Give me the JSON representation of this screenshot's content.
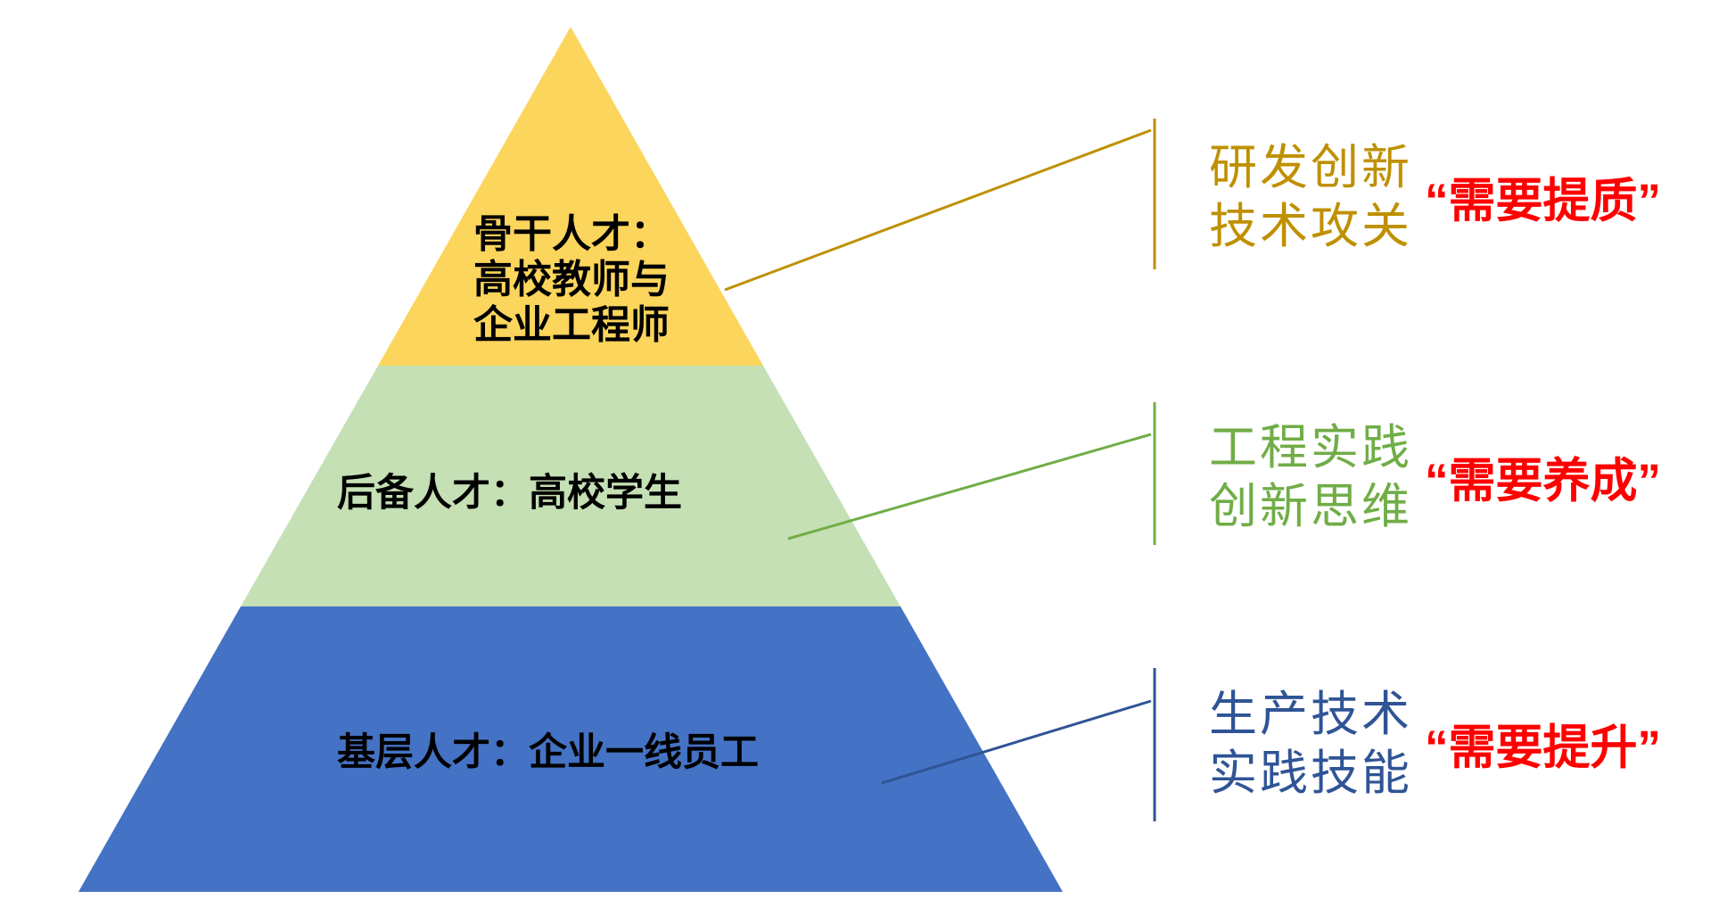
{
  "background": "#FFFFFF",
  "pyramid": {
    "label_color": "#000000",
    "tiers": [
      {
        "id": "top",
        "label_lines": [
          "骨干人才：",
          "高校教师与",
          "企业工程师"
        ],
        "fill": "#FBD55C"
      },
      {
        "id": "middle",
        "label": "后备人才：高校学生",
        "fill": "#C5E0B4"
      },
      {
        "id": "bottom",
        "label": "基层人才：企业一线员工",
        "fill": "#4472C4"
      }
    ]
  },
  "annotations": [
    {
      "id": "top",
      "lines": [
        "研发创新",
        "技术攻关"
      ],
      "quote": "“需要提质”",
      "color": "#BF9000",
      "quote_color": "#FF0000"
    },
    {
      "id": "middle",
      "lines": [
        "工程实践",
        "创新思维"
      ],
      "quote": "“需要养成”",
      "color": "#70AD47",
      "quote_color": "#FF0000"
    },
    {
      "id": "bottom",
      "lines": [
        "生产技术",
        "实践技能"
      ],
      "quote": "“需要提升”",
      "color": "#2F5496",
      "quote_color": "#FF0000"
    }
  ]
}
